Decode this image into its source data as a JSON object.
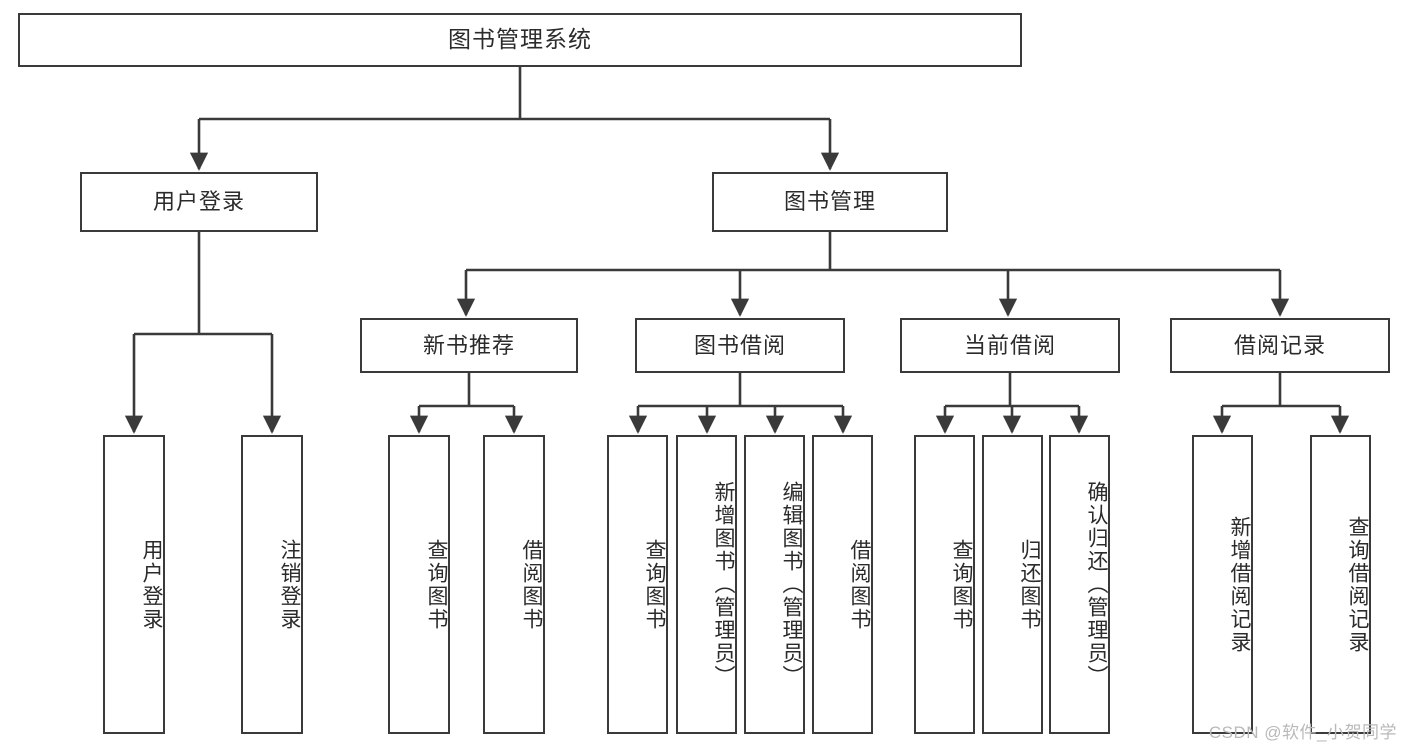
{
  "diagram": {
    "type": "tree-hierarchy-chart",
    "title": "图书管理系统",
    "watermark": "CSDN @软件_小贺同学",
    "colors": {
      "box_border": "#3a3a3a",
      "box_fill": "#ffffff",
      "connector": "#3a3a3a",
      "text": "#2b2b2b",
      "watermark": "#b9b9b9",
      "background": "#ffffff"
    },
    "root": {
      "label": "图书管理系统"
    },
    "level2": [
      {
        "label": "用户登录"
      },
      {
        "label": "图书管理"
      }
    ],
    "level3": [
      {
        "label": "新书推荐"
      },
      {
        "label": "图书借阅"
      },
      {
        "label": "当前借阅"
      },
      {
        "label": "借阅记录"
      }
    ],
    "leaves": {
      "user_login": [
        {
          "label": "用户登录"
        },
        {
          "label": "注销登录"
        }
      ],
      "new_book_recommend": [
        {
          "label": "查询图书"
        },
        {
          "label": "借阅图书"
        }
      ],
      "book_borrow": [
        {
          "label": "查询图书"
        },
        {
          "label": "新增图书（管理员）"
        },
        {
          "label": "编辑图书（管理员）"
        },
        {
          "label": "借阅图书"
        }
      ],
      "current_borrow": [
        {
          "label": "查询图书"
        },
        {
          "label": "归还图书"
        },
        {
          "label": "确认归还（管理员）"
        }
      ],
      "borrow_record": [
        {
          "label": "新增借阅记录"
        },
        {
          "label": "查询借阅记录"
        }
      ]
    }
  }
}
